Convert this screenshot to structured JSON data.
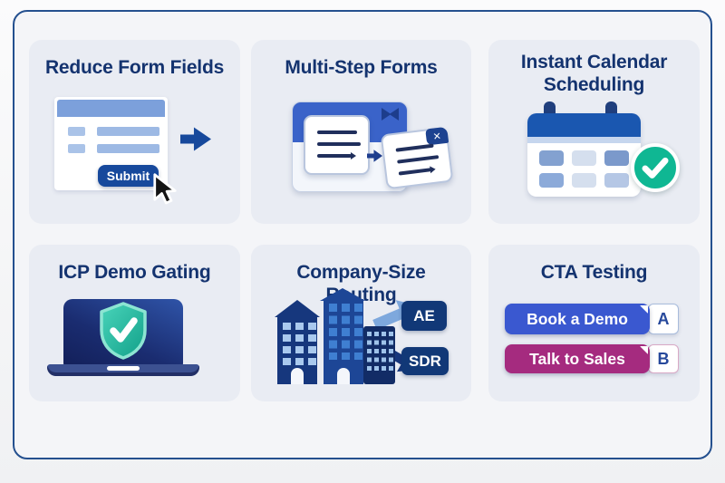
{
  "cards": [
    {
      "title": "Reduce Form Fields",
      "submit_label": "Submit"
    },
    {
      "title": "Multi-Step Forms",
      "close_glyph": "✕"
    },
    {
      "title": "Instant Calendar Scheduling"
    },
    {
      "title": "ICP Demo Gating"
    },
    {
      "title": "Company-Size Routing",
      "route_top": "AE",
      "route_bottom": "SDR"
    },
    {
      "title": "CTA Testing",
      "variant_a": {
        "label": "Book a Demo",
        "tag": "A"
      },
      "variant_b": {
        "label": "Talk to Sales",
        "tag": "B"
      }
    }
  ],
  "colors": {
    "panel_border": "#24508f",
    "panel_bg": "#f4f5f8",
    "card_bg": "#e9ecf3",
    "title_navy": "#14336f",
    "action_navy": "#17499c",
    "form_header_blue": "#7ca0db",
    "msf_header_blue": "#3a63c9",
    "calendar_blue": "#1a57b0",
    "check_teal": "#0fb793",
    "shield_teal": "#2bbfa4",
    "cta_blue": "#3a58d0",
    "cta_magenta": "#a52b7f",
    "building_navy": "#16377d",
    "building_blue": "#1d4696",
    "building_dark": "#122c66",
    "route_arrow_light": "#7ea8dd"
  }
}
